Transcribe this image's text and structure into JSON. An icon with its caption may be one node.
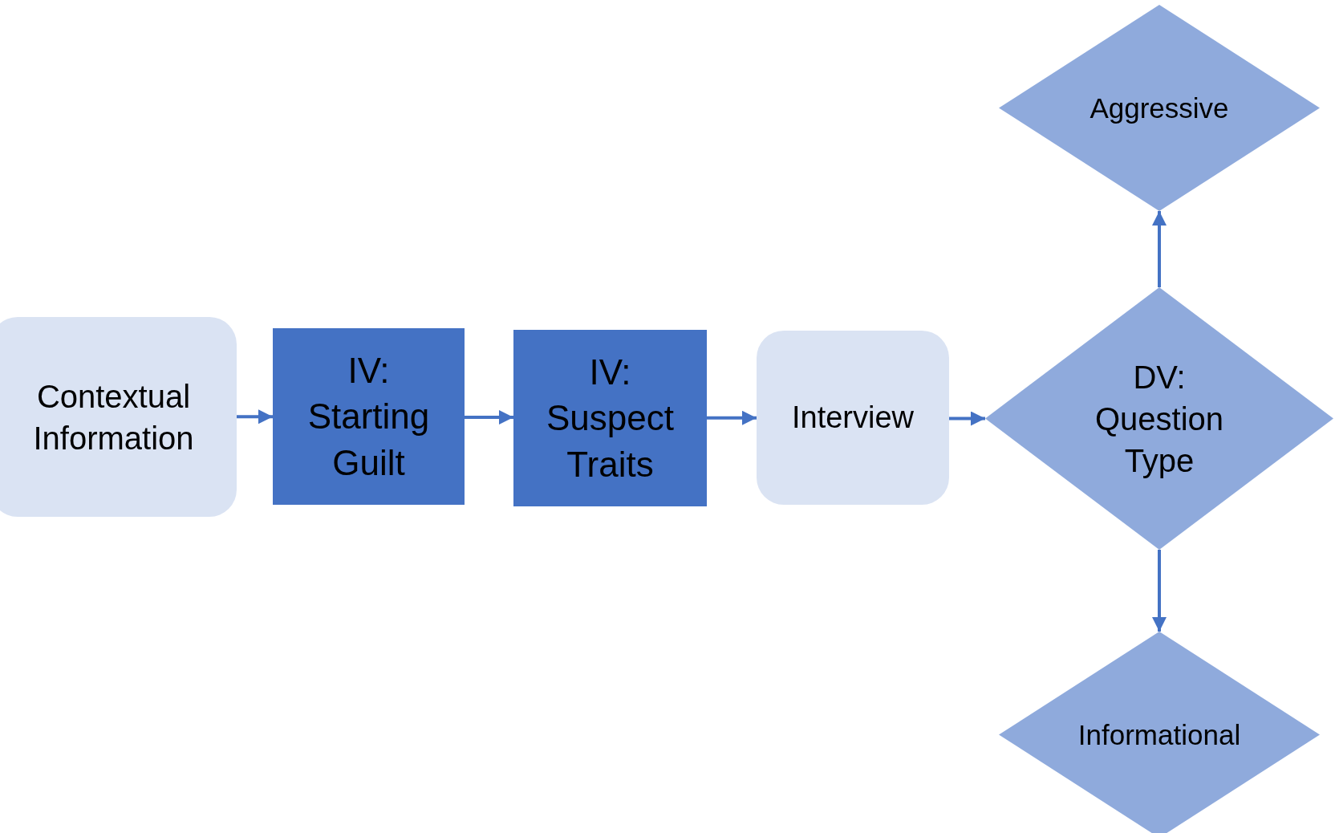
{
  "diagram": {
    "nodes": [
      {
        "text": [
          "Contextual Information"
        ]
      },
      {
        "text": [
          "IV: Starting Guilt"
        ]
      },
      {
        "text": [
          "IV: Suspect Traits"
        ]
      },
      {
        "text": [
          "Interview"
        ]
      },
      {
        "text": [
          "DV: Question Type"
        ]
      },
      {
        "text": [
          "Aggressive"
        ]
      },
      {
        "text": [
          "Informational"
        ]
      }
    ],
    "edges": [
      {
        "from": 0,
        "to": 1,
        "arrow": "to"
      },
      {
        "from": 1,
        "to": 2,
        "arrow": "to"
      },
      {
        "from": 2,
        "to": 3,
        "arrow": "to"
      },
      {
        "from": 3,
        "to": 4,
        "arrow": "to"
      },
      {
        "from": 4,
        "to": 5,
        "arrow": "to"
      },
      {
        "from": 4,
        "to": 6,
        "arrow": "to"
      }
    ]
  }
}
